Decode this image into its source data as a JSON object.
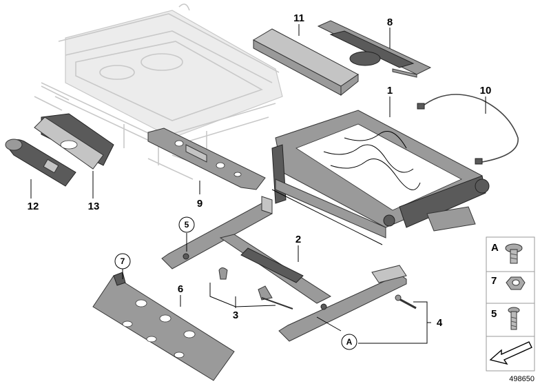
{
  "callouts": {
    "c1": "1",
    "c2": "2",
    "c3": "3",
    "c4": "4",
    "c5": "5",
    "c6": "6",
    "c7": "7",
    "c8": "8",
    "c9": "9",
    "c10": "10",
    "c11": "11",
    "c12": "12",
    "c13": "13",
    "cA": "A"
  },
  "legend": {
    "items": [
      {
        "label": "A",
        "icon": "flange-bolt-icon"
      },
      {
        "label": "7",
        "icon": "hex-nut-icon"
      },
      {
        "label": "5",
        "icon": "screw-icon"
      }
    ],
    "direction_icon": "arrow-down-left-icon"
  },
  "document_number": "498650",
  "colors": {
    "ghost": "#c8c8c8",
    "part": "#9a9a9a",
    "outline": "#333333"
  }
}
